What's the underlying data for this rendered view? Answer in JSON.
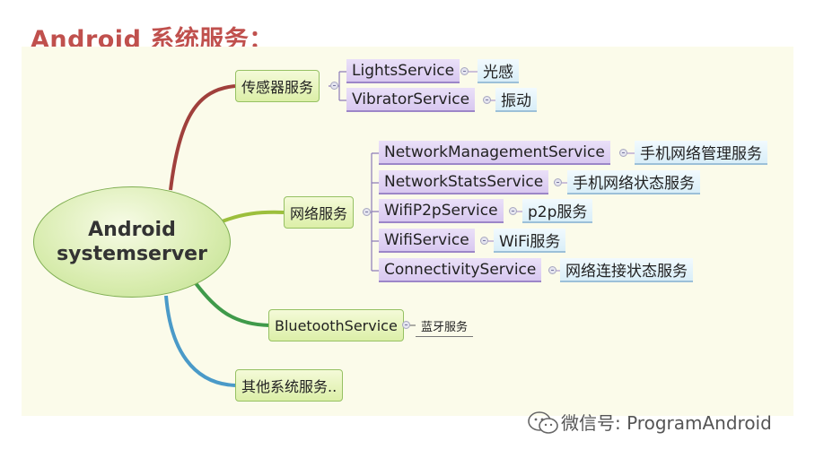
{
  "title": "Android 系统服务：",
  "root": {
    "line1": "Android",
    "line2": "systemserver"
  },
  "branches": [
    {
      "label": "传感器服务",
      "services": [
        {
          "name": "LightsService",
          "desc": "光感"
        },
        {
          "name": "VibratorService",
          "desc": "振动"
        }
      ]
    },
    {
      "label": "网络服务",
      "services": [
        {
          "name": "NetworkManagementService",
          "desc": "手机网络管理服务"
        },
        {
          "name": "NetworkStatsService",
          "desc": "手机网络状态服务"
        },
        {
          "name": "WifiP2pService",
          "desc": "p2p服务"
        },
        {
          "name": "WifiService",
          "desc": "WiFi服务"
        },
        {
          "name": "ConnectivityService",
          "desc": "网络连接状态服务"
        }
      ]
    },
    {
      "label": "BluetoothService",
      "desc": "蓝牙服务"
    },
    {
      "label": "其他系统服务.."
    }
  ],
  "watermark": {
    "icon": "wechat-icon",
    "text": "微信号: ProgramAndroid"
  },
  "colors": {
    "title": "#c0504d",
    "branch_sensor": "#a0403c",
    "branch_network": "#9cbf3c",
    "branch_bluetooth": "#3f9a4a",
    "branch_other": "#4a9ac8",
    "service_fill": "#d8c8f0",
    "desc_fill": "#d9eef8"
  }
}
